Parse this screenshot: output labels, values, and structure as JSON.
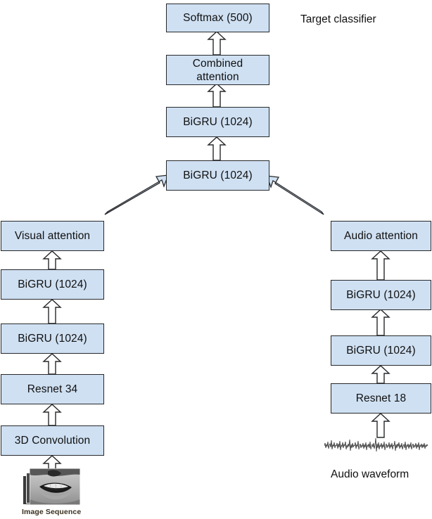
{
  "diagram": {
    "title_note": "Target classifier",
    "nodes": {
      "softmax": "Softmax (500)",
      "combined_attention": "Combined\nattention",
      "fusion_bigru_top": "BiGRU (1024)",
      "fusion_bigru_bottom": "BiGRU (1024)",
      "visual_attention": "Visual attention",
      "visual_bigru_top": "BiGRU (1024)",
      "visual_bigru_bottom": "BiGRU (1024)",
      "resnet34": "Resnet 34",
      "conv3d": "3D Convolution",
      "audio_attention": "Audio attention",
      "audio_bigru_top": "BiGRU (1024)",
      "audio_bigru_bottom": "BiGRU (1024)",
      "resnet18": "Resnet 18"
    },
    "input_labels": {
      "image_sequence": "Image Sequence",
      "audio_waveform": "Audio waveform"
    },
    "colors": {
      "node_fill": "#cfe0f2",
      "node_border": "#27282b",
      "arrow_fill": "#ffffff",
      "arrow_border": "#27282b",
      "diagonal_arrow_fill": "#cfe0f2",
      "text": "#101010",
      "image_label_text": "#3a3020"
    }
  }
}
